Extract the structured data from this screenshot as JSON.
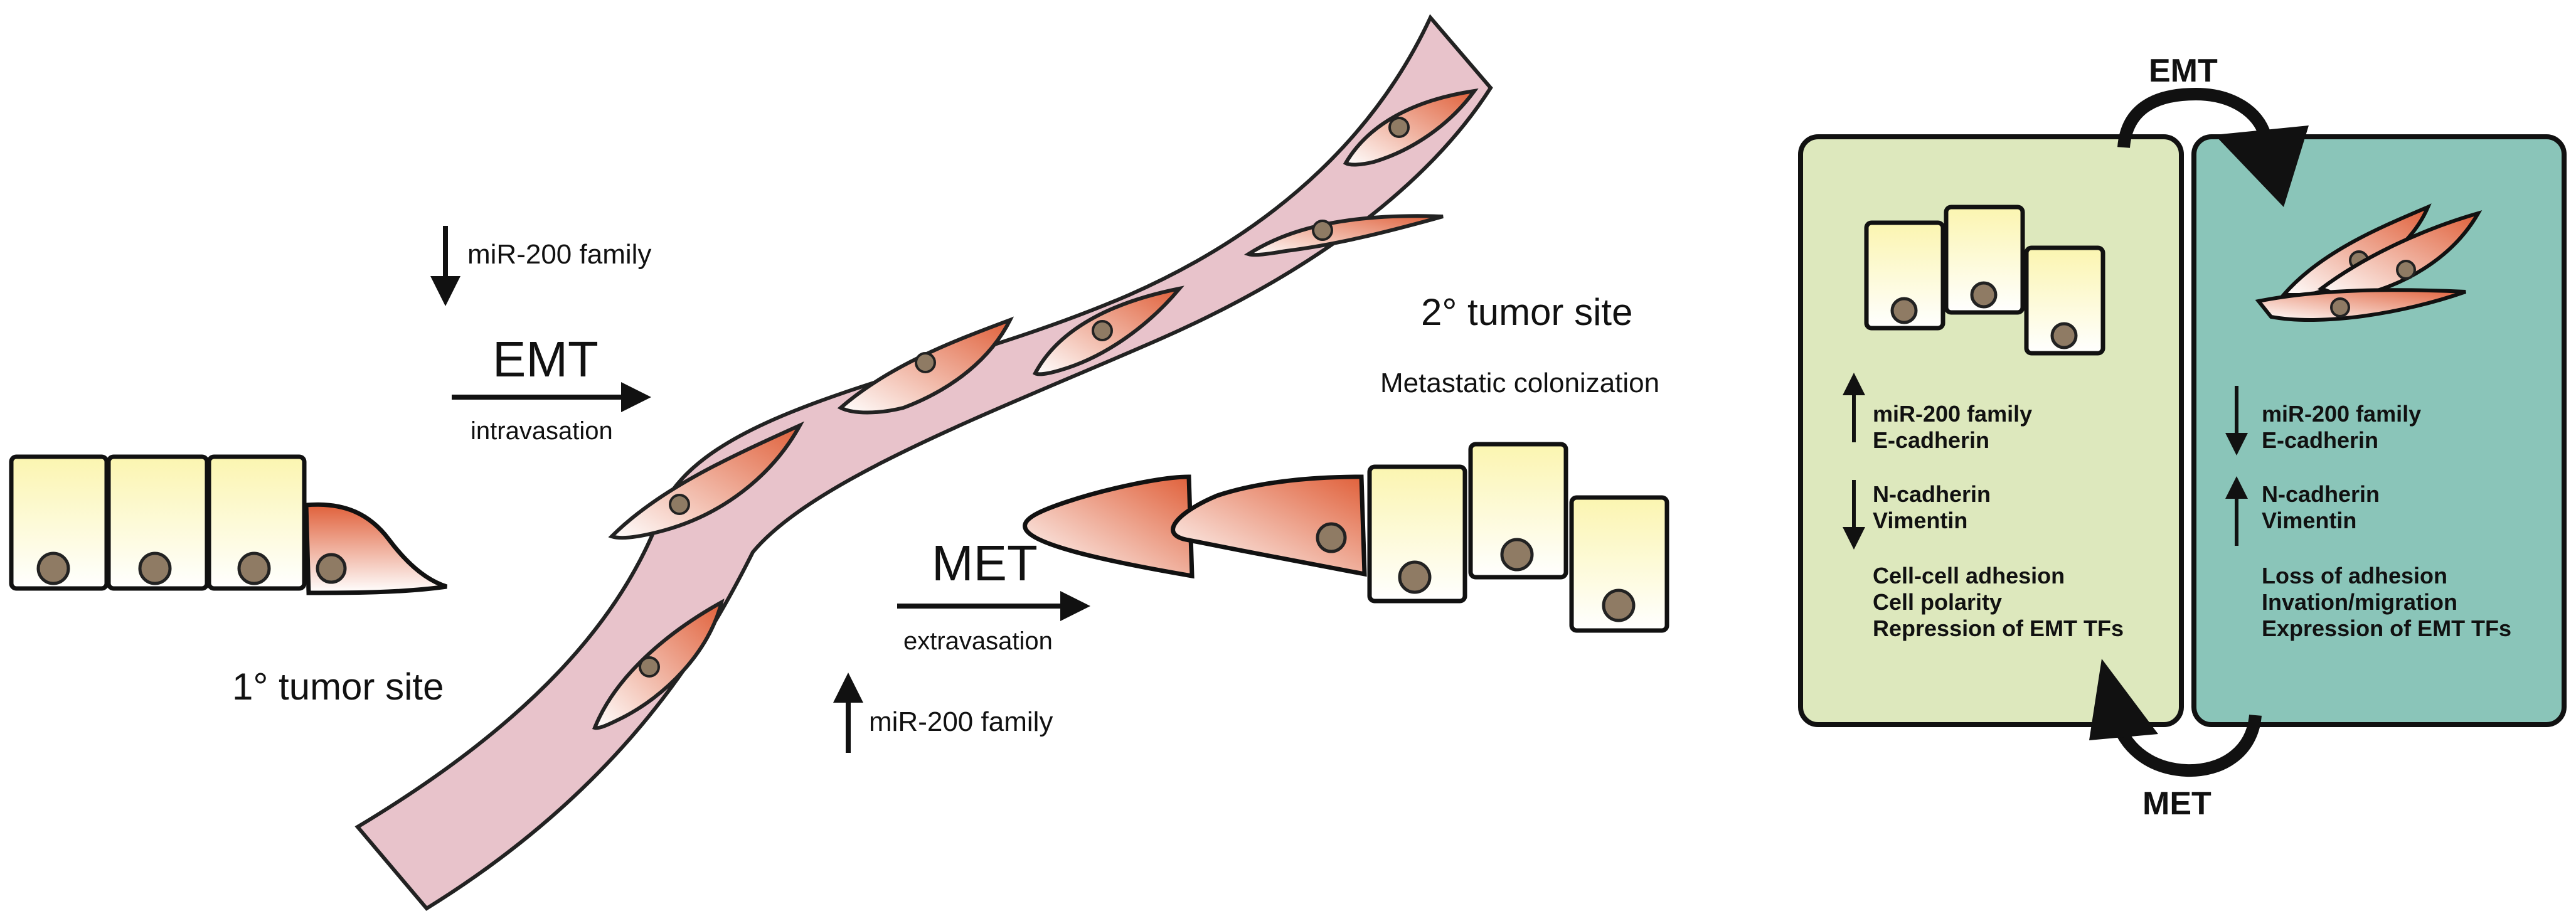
{
  "left": {
    "emt": {
      "label": "EMT",
      "sub": "intravasation",
      "mir": "miR-200 family"
    },
    "met": {
      "label": "MET",
      "sub": "extravasation",
      "mir": "miR-200 family"
    },
    "primary_site": "1° tumor site",
    "secondary_site": "2° tumor site",
    "secondary_sub": "Metastatic colonization"
  },
  "right": {
    "emt_label": "EMT",
    "met_label": "MET",
    "epithelial": {
      "up_lines": [
        "miR-200 family",
        "E-cadherin"
      ],
      "down_lines": [
        "N-cadherin",
        "Vimentin"
      ],
      "features": [
        "Cell-cell adhesion",
        "Cell polarity",
        "Repression of EMT TFs"
      ],
      "color": "#dde8bd"
    },
    "mesenchymal": {
      "down_lines": [
        "miR-200 family",
        "E-cadherin"
      ],
      "up_lines": [
        "N-cadherin",
        "Vimentin"
      ],
      "features": [
        "Loss of adhesion",
        "Invation/migration",
        "Expression of EMT TFs"
      ],
      "color": "#8ac5b9"
    }
  },
  "colors": {
    "vessel": "#e8c3cb",
    "cell_top": "#fbf5b0",
    "nucleus": "#8f7b64",
    "mesenchymal": "#e0603a"
  }
}
